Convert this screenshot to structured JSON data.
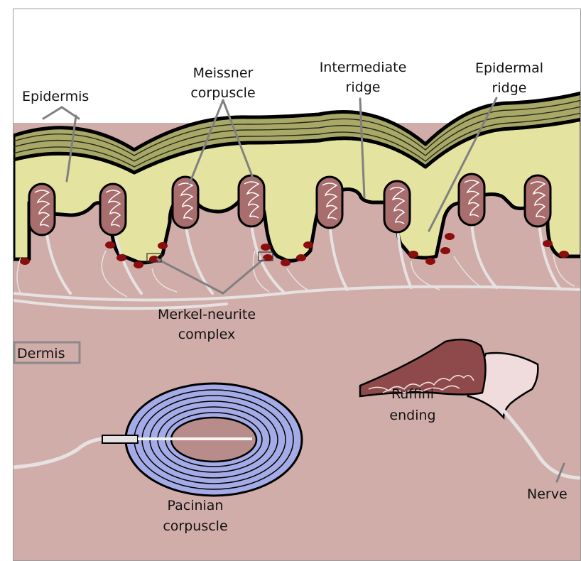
{
  "labels": {
    "epidermis": "Epidermis",
    "meissner_1": "Meissner",
    "meissner_2": "corpuscle",
    "intermediate_1": "Intermediate",
    "intermediate_2": "ridge",
    "epidermal_1": "Epidermal",
    "epidermal_2": "ridge",
    "merkel_1": "Merkel-neurite",
    "merkel_2": "complex",
    "dermis": "Dermis",
    "ruffini_1": "Ruffini",
    "ruffini_2": "ending",
    "pacinian_1": "Pacinian",
    "pacinian_2": "corpuscle",
    "nerve": "Nerve"
  },
  "colors": {
    "dermis": "#d1adaa",
    "epidermis_yellow": "#e4e3a0",
    "stratum_corneum": "#a8a869",
    "meissner": "#a86e6e",
    "merkel_cell": "#8b0d0d",
    "nerve": "#e6e2e2",
    "pacinian_blue": "#a4abe6",
    "pacinian_core": "#b78c8a",
    "ruffini_body": "#8e4a4a",
    "ruffini_capsule": "#f0dcdc"
  }
}
